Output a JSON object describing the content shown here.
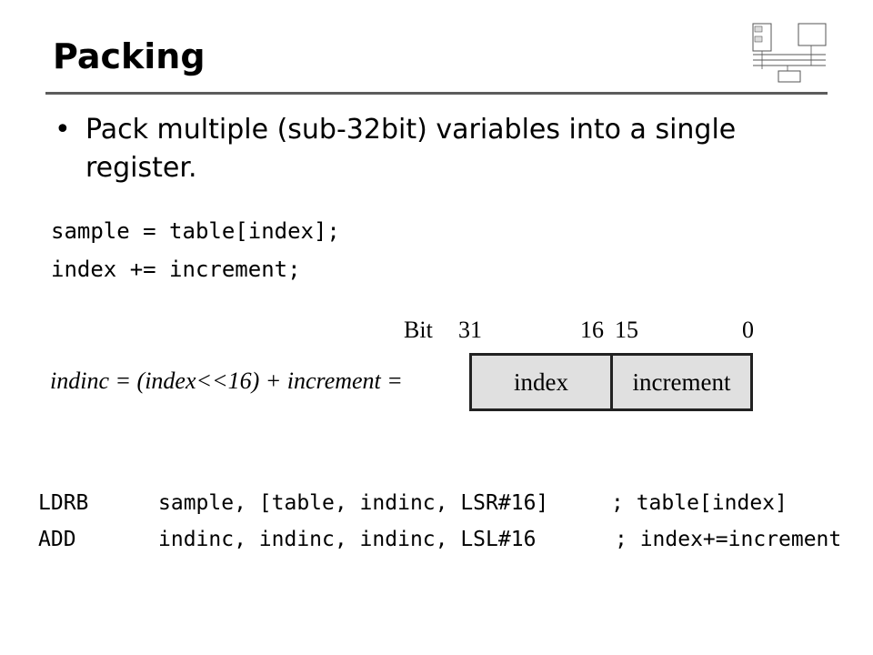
{
  "slide": {
    "title": "Packing",
    "bullet": "Pack multiple (sub-32bit) variables into a single register."
  },
  "code_c": [
    "sample = table[index];",
    "index += increment;"
  ],
  "diagram": {
    "bit_label": "Bit",
    "bit_31": "31",
    "bit_16": "16",
    "bit_15": "15",
    "bit_0": "0",
    "equation": "indinc = (index<<16) + increment =",
    "upper_field": "index",
    "lower_field": "increment"
  },
  "asm": [
    {
      "op": "LDRB",
      "args": "sample, [table, indinc, LSR#16]",
      "comment": "; table[index]"
    },
    {
      "op": "ADD",
      "args": "indinc, indinc, indinc, LSL#16",
      "comment": "; index+=increment"
    }
  ]
}
